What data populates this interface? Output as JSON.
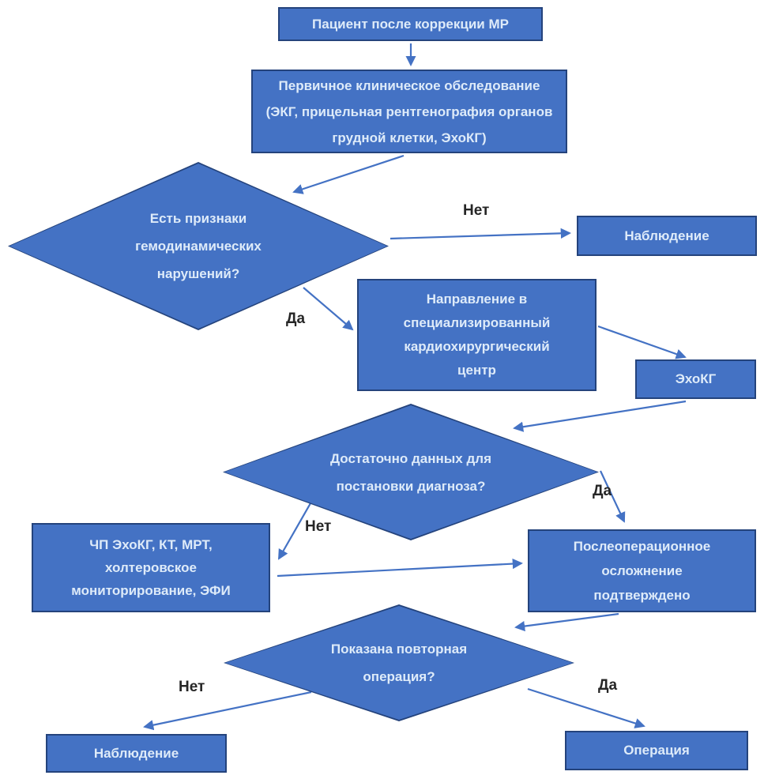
{
  "theme": {
    "node_fill": "#4472C4",
    "node_border": "#24437C",
    "node_text": "#DEEBF9",
    "arrow": "#4472C4",
    "label_text": "#262626",
    "canvas_bg": "#FFFFFF"
  },
  "nodes": {
    "start": {
      "label": "Пациент после коррекции МР"
    },
    "exam": {
      "label": "Первичное клиническое обследование (ЭКГ, прицельная рентгенография органов грудной клетки, ЭхоКГ)"
    },
    "hemo_q": {
      "label": "Есть признаки гемодинамических нарушений?"
    },
    "observe1": {
      "label": "Наблюдение"
    },
    "referral": {
      "label": "Направление в специализированный кардиохирургический центр"
    },
    "echo": {
      "label": "ЭхоКГ"
    },
    "data_q": {
      "label": "Достаточно данных для постановки диагноза?"
    },
    "tests": {
      "label": "ЧП ЭхоКГ, КТ, МРТ, холтеровское мониторирование, ЭФИ"
    },
    "complication": {
      "label": "Послеоперационное осложнение подтверждено"
    },
    "reop_q": {
      "label": "Показана повторная операция?"
    },
    "observe2": {
      "label": "Наблюдение"
    },
    "surgery": {
      "label": "Операция"
    }
  },
  "edge_labels": {
    "hemo_no": "Нет",
    "hemo_yes": "Да",
    "data_no": "Нет",
    "data_yes": "Да",
    "reop_no": "Нет",
    "reop_yes": "Да"
  }
}
